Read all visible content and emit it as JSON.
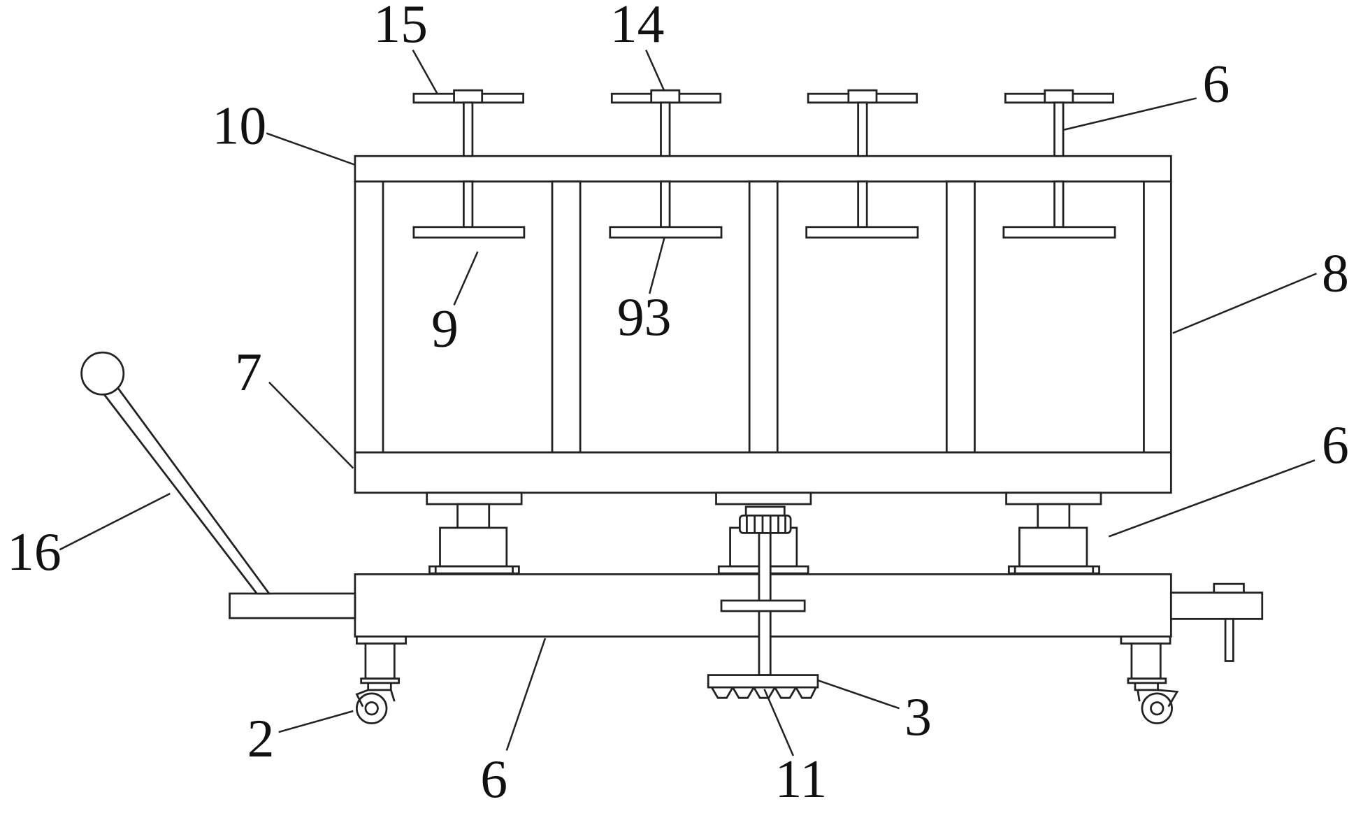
{
  "figure": {
    "labels": {
      "l15": "15",
      "l14": "14",
      "l6_top": "6",
      "l10": "10",
      "l8": "8",
      "l9": "9",
      "l93": "93",
      "l7": "7",
      "l6_right": "6",
      "l16": "16",
      "l2": "2",
      "l6_bottom": "6",
      "l11": "11",
      "l3": "3"
    }
  }
}
